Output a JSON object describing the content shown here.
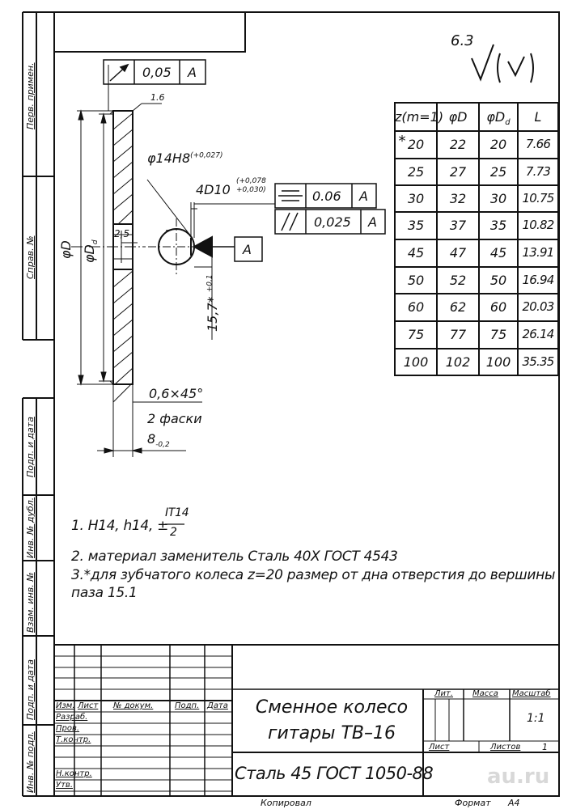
{
  "roughness": {
    "main": "6.3",
    "face": "1.6"
  },
  "runout_frame": {
    "value": "0,05",
    "datum": "A"
  },
  "symmetry_frame": {
    "value": "0.06",
    "datum": "A"
  },
  "parallel_frame": {
    "value": "0,025",
    "datum": "A"
  },
  "datum_label": "A",
  "dims": {
    "bore": "φ14Н8",
    "bore_tol": "(+0,027)",
    "keyway": "4D10",
    "keyway_tol_upper": "(+0,078",
    "keyway_tol_lower": "+0,030)",
    "od": "φD",
    "odd": "φD",
    "odd_sub": "d",
    "key_depth": "15,7",
    "key_depth_star": "*",
    "key_depth_tol": "+0,1",
    "small": "2,5",
    "chamfer": "0,6×45°",
    "chamfer_count": "2 фаски",
    "width": "8",
    "width_tol": "-0,2"
  },
  "param_table": {
    "headers": [
      "z(m=1)",
      "φD",
      "φD",
      "L"
    ],
    "header_sub": "d",
    "rows": [
      [
        "20",
        "22",
        "20",
        "7.66"
      ],
      [
        "25",
        "27",
        "25",
        "7.73"
      ],
      [
        "30",
        "32",
        "30",
        "10.75"
      ],
      [
        "35",
        "37",
        "35",
        "10.82"
      ],
      [
        "45",
        "47",
        "45",
        "13.91"
      ],
      [
        "50",
        "52",
        "50",
        "16.94"
      ],
      [
        "60",
        "62",
        "60",
        "20.03"
      ],
      [
        "75",
        "77",
        "75",
        "26.14"
      ],
      [
        "100",
        "102",
        "100",
        "35.35"
      ]
    ],
    "star": "*"
  },
  "notes": {
    "n1": "1. Н14, h14, ±",
    "n1_num": "IT14",
    "n1_den": "2",
    "n2": "2. материал заменитель Сталь 40Х ГОСТ 4543",
    "n3a": "3.*для зубчатого колеса z=20 размер от дна отверстия до вершины",
    "n3b": "паза 15.1"
  },
  "title_block": {
    "name_line1": "Сменное колесо",
    "name_line2": "гитары ТВ–16",
    "material": "Сталь 45 ГОСТ 1050-88",
    "lit": "Лит.",
    "mass": "Масса",
    "scale": "Масштаб",
    "scale_value": "1:1",
    "sheet": "Лист",
    "sheets": "Листов",
    "sheets_value": "1",
    "cols": [
      "Изм.",
      "Лист",
      "№ докум.",
      "Подп.",
      "Дата"
    ],
    "roles": [
      "Разраб.",
      "Пров.",
      "Т.контр.",
      "Н.контр.",
      "Утв."
    ],
    "copied": "Копировал",
    "format_label": "Формат",
    "format_value": "А4"
  },
  "side_labels": [
    "Перв. примен.",
    "Справ. №",
    "Подп. и дата",
    "Инв. № дубл.",
    "Взам. инв. №",
    "Подп. и дата",
    "Инв. № подл."
  ],
  "watermark": "au.ru"
}
